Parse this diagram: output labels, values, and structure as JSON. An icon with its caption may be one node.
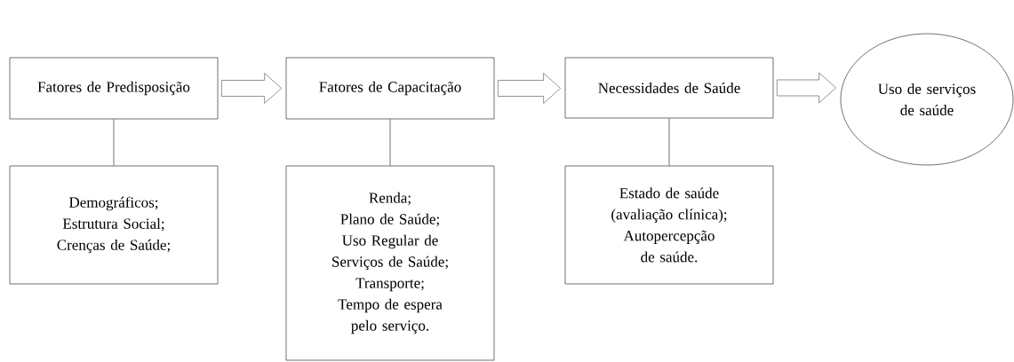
{
  "diagram": {
    "nodes": [
      {
        "text": [
          "Fatores de Predisposição"
        ]
      },
      {
        "text": [
          "Demográficos;",
          "Estrutura Social;",
          "Crenças de Saúde;"
        ]
      },
      {
        "text": [
          "Fatores de Capacitação"
        ]
      },
      {
        "text": [
          "Renda;",
          "Plano de Saúde;",
          "Uso Regular de Serviços de Saúde;",
          "Transporte;",
          "Tempo de espera pelo serviço."
        ]
      },
      {
        "text": [
          "Necessidades de Saúde"
        ]
      },
      {
        "text": [
          "Estado de saúde (avaliação clínica);",
          "Autopercepção de saúde."
        ]
      },
      {
        "text": [
          "Uso de serviços de saúde"
        ]
      }
    ],
    "edges": [
      {
        "from": 0,
        "to": 1,
        "arrow": "none"
      },
      {
        "from": 0,
        "to": 2,
        "arrow": "to"
      },
      {
        "from": 2,
        "to": 3,
        "arrow": "none"
      },
      {
        "from": 2,
        "to": 4,
        "arrow": "to"
      },
      {
        "from": 4,
        "to": 5,
        "arrow": "none"
      },
      {
        "from": 4,
        "to": 6,
        "arrow": "to"
      }
    ]
  }
}
